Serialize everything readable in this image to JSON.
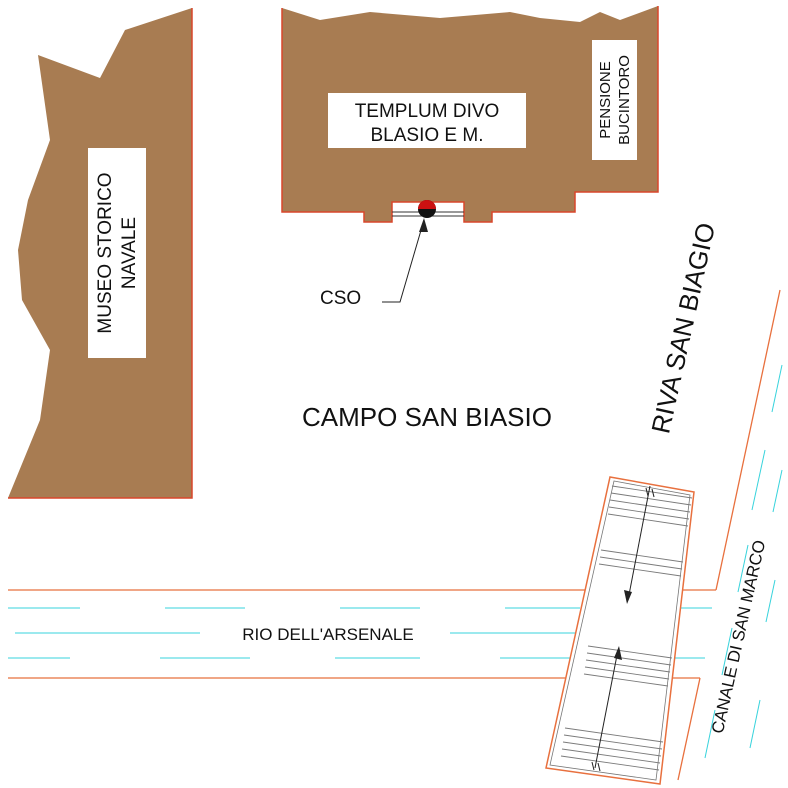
{
  "colors": {
    "building_fill": "#a87c52",
    "building_edge": "#d9472b",
    "bank_line": "#e8703e",
    "water_dash": "#37d3dc",
    "bridge_line": "#7a7a7a",
    "marker": "#cc1111"
  },
  "labels": {
    "museum_line1": "MUSEO STORICO",
    "museum_line2": "NAVALE",
    "church_line1": "TEMPLUM DIVO",
    "church_line2": "BLASIO E M.",
    "pension_line1": "PENSIONE",
    "pension_line2": "BUCINTORO",
    "cso": "CSO",
    "campo": "CAMPO SAN BIASIO",
    "riva": "RIVA SAN BIAGIO",
    "rio": "RIO DELL'ARSENALE",
    "canale": "CANALE DI SAN MARCO"
  },
  "icons": {
    "cso_marker": "cso-marker-icon"
  }
}
